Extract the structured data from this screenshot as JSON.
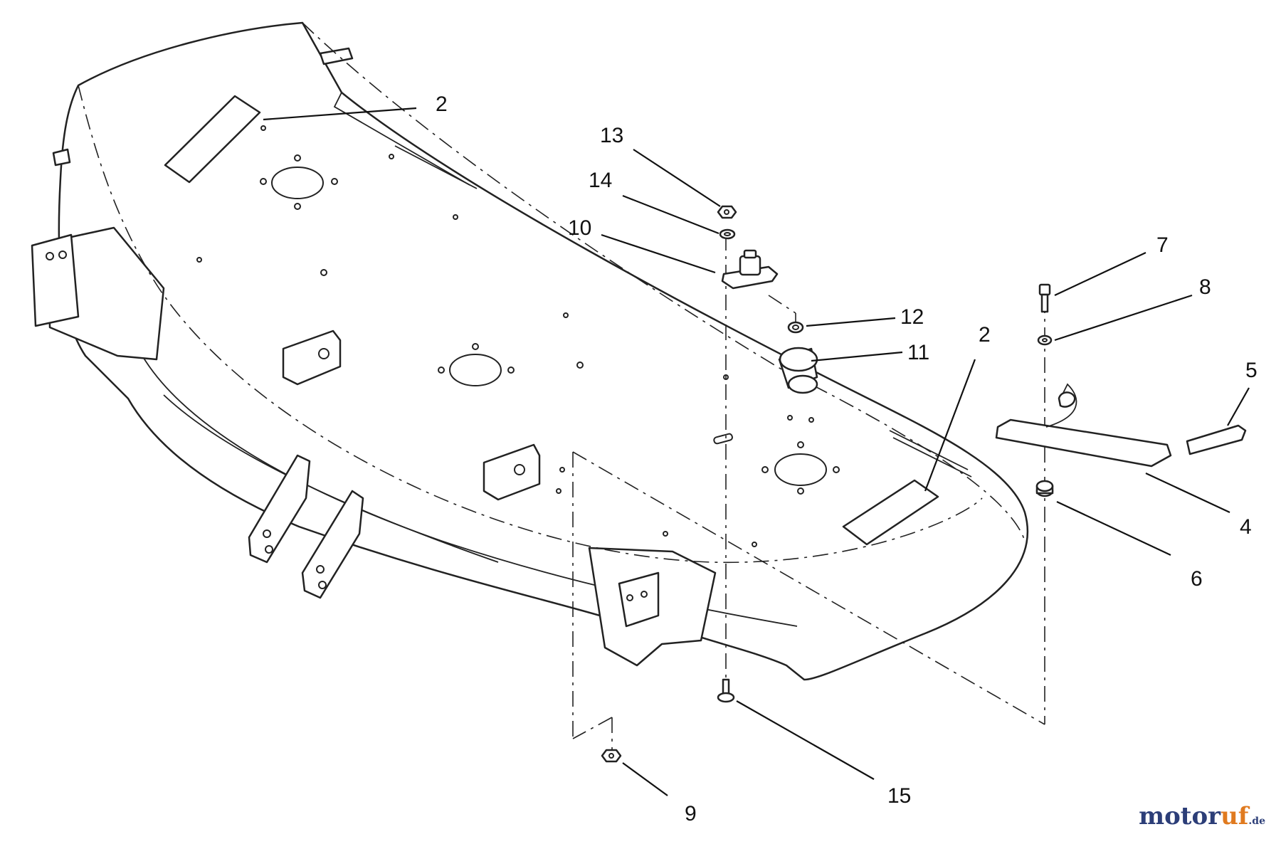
{
  "diagram": {
    "callouts": [
      {
        "label": "2"
      },
      {
        "label": "13"
      },
      {
        "label": "14"
      },
      {
        "label": "10"
      },
      {
        "label": "12"
      },
      {
        "label": "11"
      },
      {
        "label": "2"
      },
      {
        "label": "7"
      },
      {
        "label": "8"
      },
      {
        "label": "5"
      },
      {
        "label": "4"
      },
      {
        "label": "6"
      },
      {
        "label": "15"
      },
      {
        "label": "9"
      }
    ]
  },
  "watermark": {
    "brand_main": "motor",
    "brand_accent": "uf",
    "brand_tld": ".de"
  },
  "colors": {
    "line": "#222222",
    "background": "#ffffff",
    "brand": "#2c3e78",
    "brand_accent": "#e07a1f"
  }
}
